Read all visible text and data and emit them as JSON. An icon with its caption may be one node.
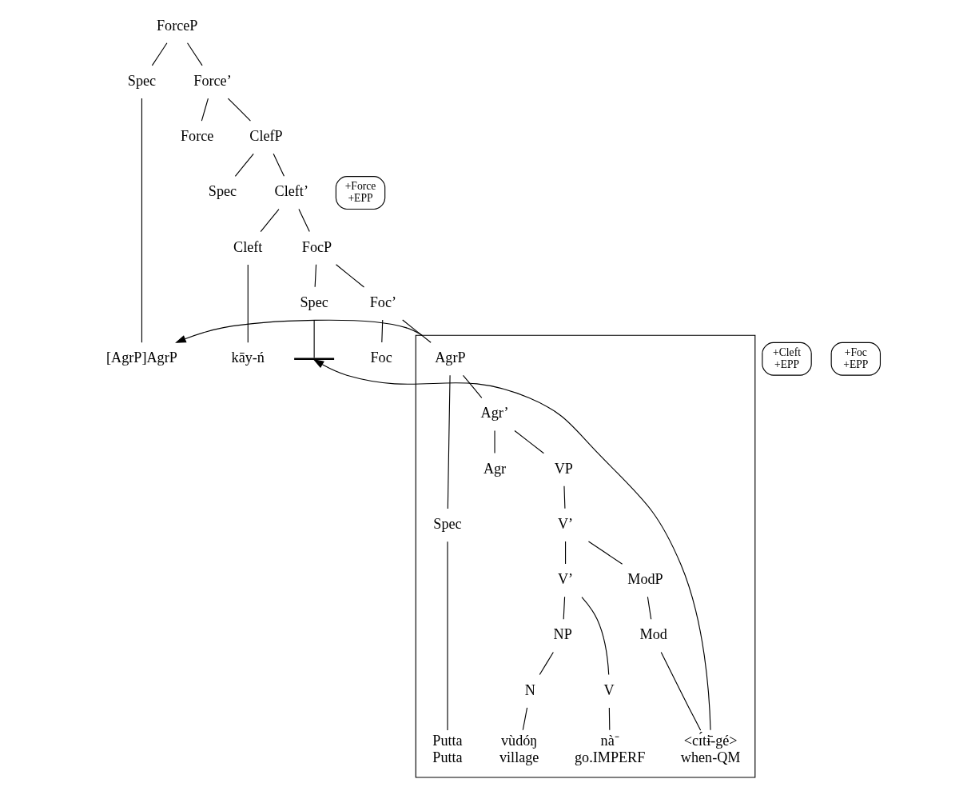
{
  "diagram": {
    "nodes": [
      {
        "text": [
          "ForceP"
        ]
      },
      {
        "text": [
          "Spec"
        ]
      },
      {
        "text": [
          "Force’"
        ]
      },
      {
        "text": [
          "Force"
        ]
      },
      {
        "text": [
          "ClefP"
        ]
      },
      {
        "text": [
          "+Force",
          "+EPP"
        ]
      },
      {
        "text": [
          "Spec"
        ]
      },
      {
        "text": [
          "Cleft’"
        ]
      },
      {
        "text": [
          "FocP"
        ]
      },
      {
        "text": [
          "Cleft"
        ]
      },
      {
        "text": [
          "Spec"
        ]
      },
      {
        "text": [
          "Foc’"
        ]
      },
      {
        "text": [],
        "shape": "box"
      },
      {
        "text": [
          "AgrP"
        ],
        "in": 12
      },
      {
        "text": [
          "+Cleft",
          "+EPP"
        ]
      },
      {
        "text": [
          "Foc"
        ]
      },
      {
        "text": [
          "Spec"
        ],
        "in": 12
      },
      {
        "text": [
          "Agr’"
        ],
        "in": 12
      },
      {
        "text": [
          "VP"
        ],
        "in": 12
      },
      {
        "text": [
          "+Foc",
          "+EPP"
        ]
      },
      {
        "text": [
          "Agr"
        ],
        "in": 12
      },
      {
        "text": [
          "V’"
        ],
        "in": 12
      },
      {
        "text": [
          "ModP"
        ],
        "in": 12
      },
      {
        "text": [
          "V’"
        ],
        "in": 12
      },
      {
        "text": [
          "NP"
        ],
        "in": 12
      },
      {
        "text": [
          "V"
        ],
        "in": 12
      },
      {
        "text": [
          "N"
        ],
        "in": 12
      },
      {
        "text": [
          "Mod"
        ],
        "in": 12
      },
      {
        "text": [
          "[AgrP]AgrP"
        ]
      },
      {
        "text": [
          "kāy-ń"
        ]
      },
      {
        "text": [],
        "shape": "bar"
      },
      {
        "text": [
          "Putta",
          "Putta"
        ],
        "in": 12
      },
      {
        "text": [
          "nà⁻",
          "go.IMPERF"
        ],
        "in": 12
      },
      {
        "text": [
          "vùdóŋ",
          "village"
        ],
        "in": 12
      },
      {
        "text": [
          "<cɪ́tɨ̄-gé>",
          "when-QM"
        ],
        "in": 12
      }
    ],
    "edges": [
      {
        "from": 0,
        "to": 1,
        "arrow": "none"
      },
      {
        "from": 0,
        "to": 2,
        "arrow": "none"
      },
      {
        "from": 2,
        "to": 3,
        "arrow": "none"
      },
      {
        "from": 2,
        "to": 4,
        "arrow": "none"
      },
      {
        "from": 4,
        "to": 6,
        "arrow": "none"
      },
      {
        "from": 4,
        "to": 7,
        "arrow": "none"
      },
      {
        "from": 7,
        "to": 9,
        "arrow": "none"
      },
      {
        "from": 7,
        "to": 8,
        "arrow": "none"
      },
      {
        "from": 8,
        "to": 10,
        "arrow": "none"
      },
      {
        "from": 8,
        "to": 11,
        "arrow": "none"
      },
      {
        "from": 11,
        "to": 15,
        "arrow": "none"
      },
      {
        "from": 11,
        "to": 13,
        "arrow": "none"
      },
      {
        "from": 13,
        "to": 16,
        "arrow": "none"
      },
      {
        "from": 13,
        "to": 17,
        "arrow": "none"
      },
      {
        "from": 17,
        "to": 20,
        "arrow": "none"
      },
      {
        "from": 17,
        "to": 18,
        "arrow": "none"
      },
      {
        "from": 18,
        "to": 21,
        "arrow": "none"
      },
      {
        "from": 21,
        "to": 23,
        "arrow": "none"
      },
      {
        "from": 21,
        "to": 22,
        "arrow": "none"
      },
      {
        "from": 22,
        "to": 27,
        "arrow": "none"
      },
      {
        "from": 23,
        "to": 25,
        "arrow": "none"
      },
      {
        "from": 23,
        "to": 24,
        "arrow": "none"
      },
      {
        "from": 24,
        "to": 26,
        "arrow": "none"
      },
      {
        "from": 1,
        "to": 28,
        "arrow": "none"
      },
      {
        "from": 9,
        "to": 29,
        "arrow": "none"
      },
      {
        "from": 10,
        "to": 30,
        "arrow": "none"
      },
      {
        "from": 16,
        "to": 31,
        "arrow": "none"
      },
      {
        "from": 25,
        "to": 32,
        "arrow": "none"
      },
      {
        "from": 26,
        "to": 33,
        "arrow": "none"
      },
      {
        "from": 27,
        "to": 34,
        "arrow": "none"
      },
      {
        "from": 34,
        "to": 30,
        "arrow": "to"
      },
      {
        "from": 12,
        "to": 28,
        "arrow": "to"
      }
    ]
  }
}
